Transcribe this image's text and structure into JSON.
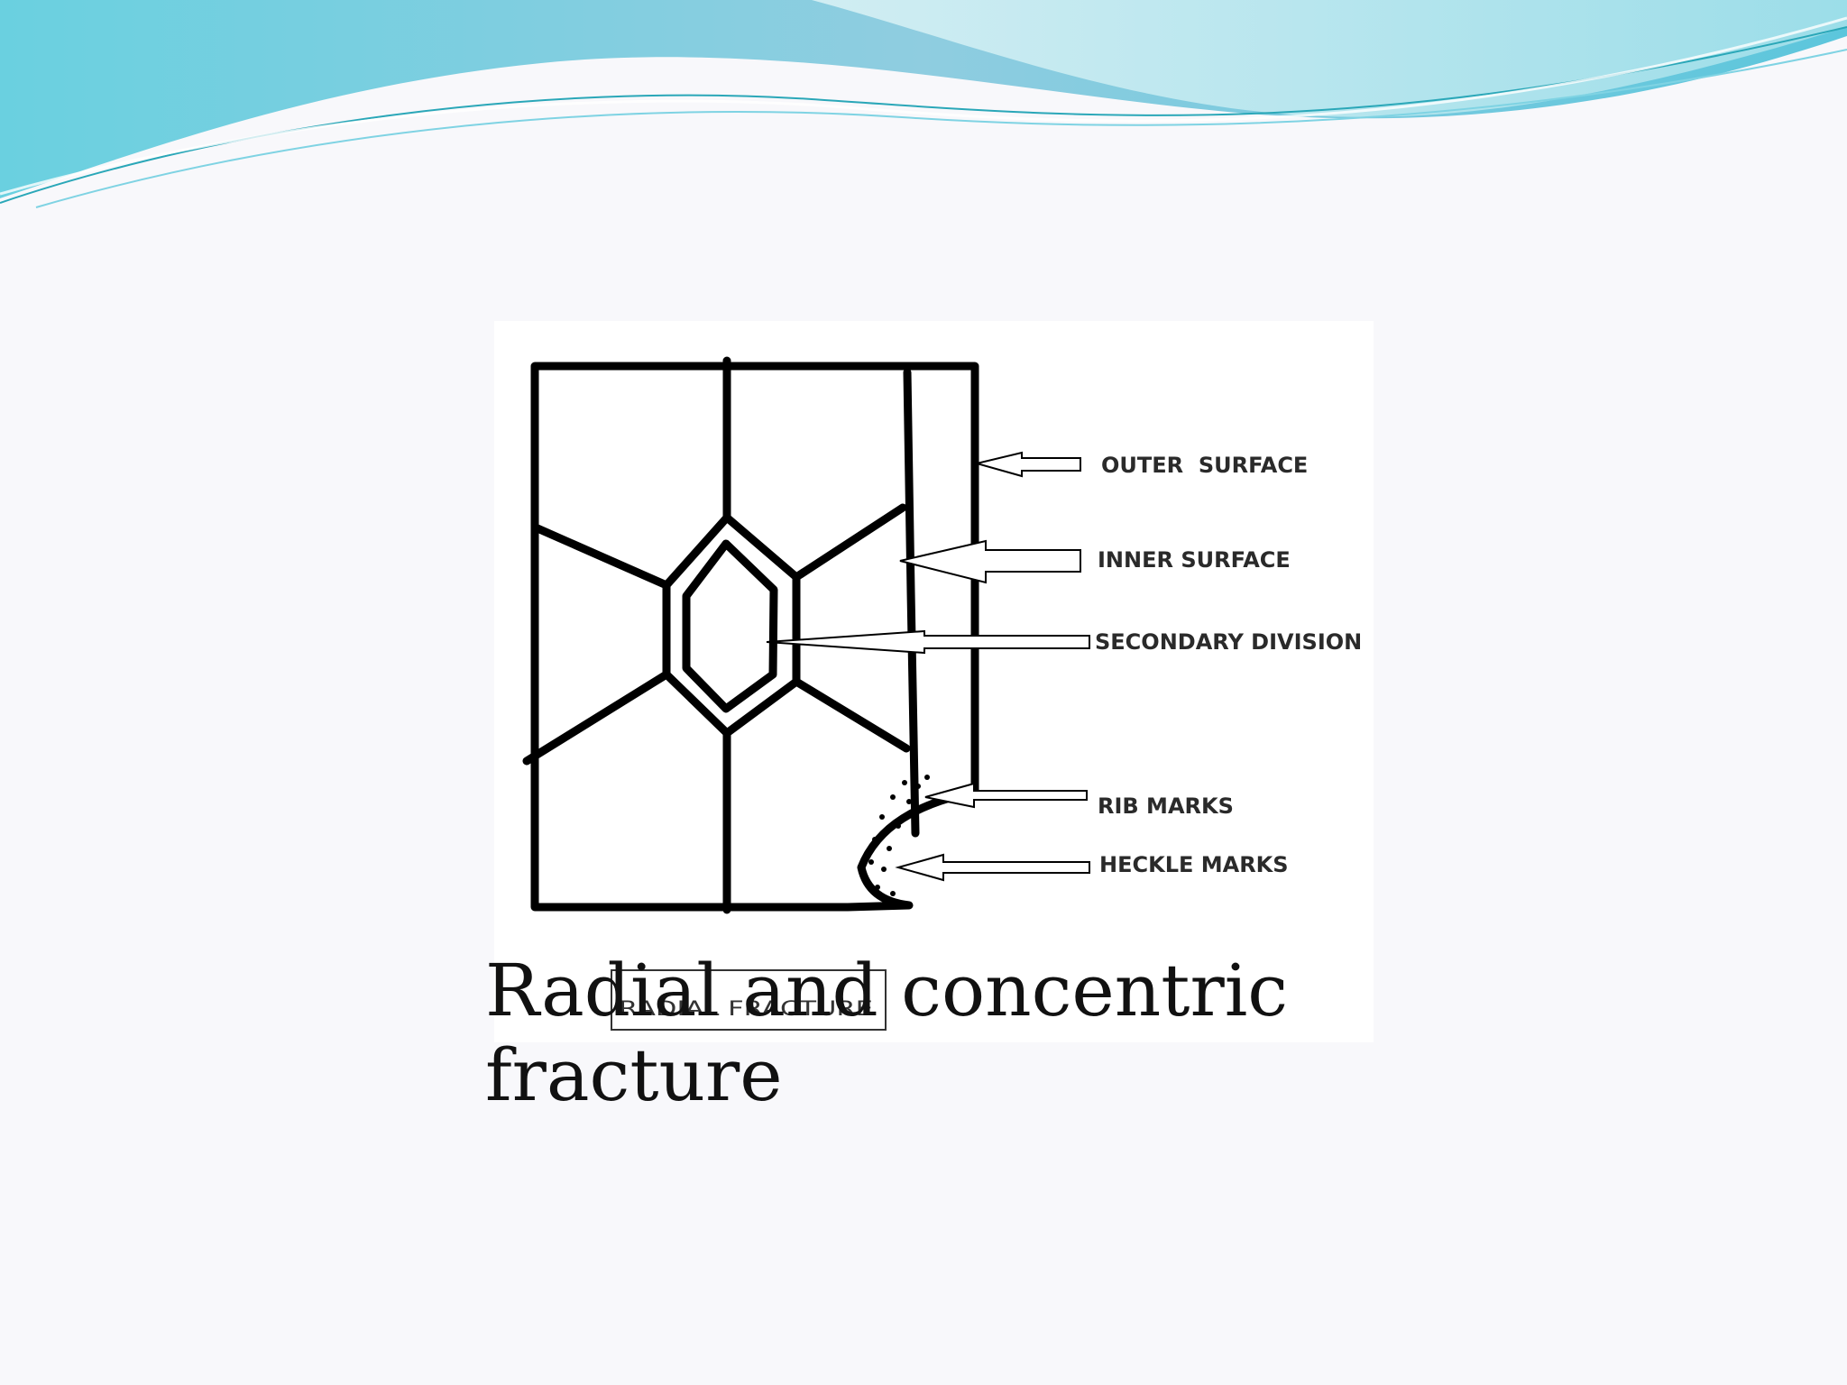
{
  "slide": {
    "background_color": "#f8f8fb",
    "accent_colors": [
      "#4fc3d7",
      "#7fd3e3",
      "#a6dfe8",
      "#2aa7b8"
    ]
  },
  "diagram": {
    "labels": {
      "outer_surface": "OUTER  SURFACE",
      "inner_surface": "INNER SURFACE",
      "secondary_division": "SECONDARY DIVISION",
      "rib_marks": "RIB MARKS",
      "heckle_marks": "HECKLE MARKS"
    },
    "inset_label": "RADIAL FRACTURE"
  },
  "caption": {
    "line1": "Radial and concentric",
    "line2": "fracture"
  }
}
